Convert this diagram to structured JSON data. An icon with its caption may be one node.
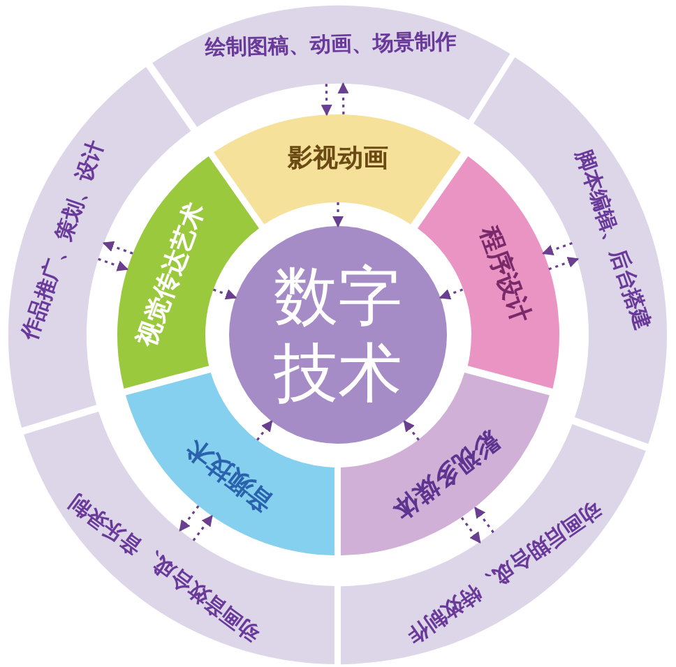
{
  "diagram": {
    "nodes": [
      {
        "text": [
          "数字技术"
        ]
      },
      {
        "text": [
          "影视动画"
        ]
      },
      {
        "text": [
          "程序设计"
        ]
      },
      {
        "text": [
          "影视多媒体"
        ]
      },
      {
        "text": [
          "音频技术"
        ]
      },
      {
        "text": [
          "视觉传达艺术"
        ]
      },
      {
        "text": [
          "绘制图稿、动画、场景制作"
        ]
      },
      {
        "text": [
          "脚本编辑、后台搭建"
        ]
      },
      {
        "text": [
          "动画后期合成、特效制作"
        ]
      },
      {
        "text": [
          "动画音效合成、音乐录制"
        ]
      },
      {
        "text": [
          "作品推广、策划、设计"
        ]
      }
    ],
    "edges": [
      {
        "from": 1,
        "to": 0,
        "arrow": "to",
        "style": "dashed"
      },
      {
        "from": 2,
        "to": 0,
        "arrow": "to",
        "style": "dashed"
      },
      {
        "from": 3,
        "to": 0,
        "arrow": "to",
        "style": "dashed"
      },
      {
        "from": 4,
        "to": 0,
        "arrow": "to",
        "style": "dashed"
      },
      {
        "from": 5,
        "to": 0,
        "arrow": "to",
        "style": "dashed"
      },
      {
        "from": 6,
        "to": 1,
        "arrow": "to",
        "style": "dashed"
      },
      {
        "from": 1,
        "to": 6,
        "arrow": "to",
        "style": "dashed"
      },
      {
        "from": 7,
        "to": 2,
        "arrow": "to",
        "style": "dashed"
      },
      {
        "from": 2,
        "to": 7,
        "arrow": "to",
        "style": "dashed"
      },
      {
        "from": 8,
        "to": 3,
        "arrow": "to",
        "style": "dashed"
      },
      {
        "from": 3,
        "to": 8,
        "arrow": "to",
        "style": "dashed"
      },
      {
        "from": 9,
        "to": 4,
        "arrow": "to",
        "style": "dashed"
      },
      {
        "from": 4,
        "to": 9,
        "arrow": "to",
        "style": "dashed"
      },
      {
        "from": 10,
        "to": 5,
        "arrow": "to",
        "style": "dashed"
      },
      {
        "from": 5,
        "to": 10,
        "arrow": "to",
        "style": "dashed"
      }
    ]
  }
}
